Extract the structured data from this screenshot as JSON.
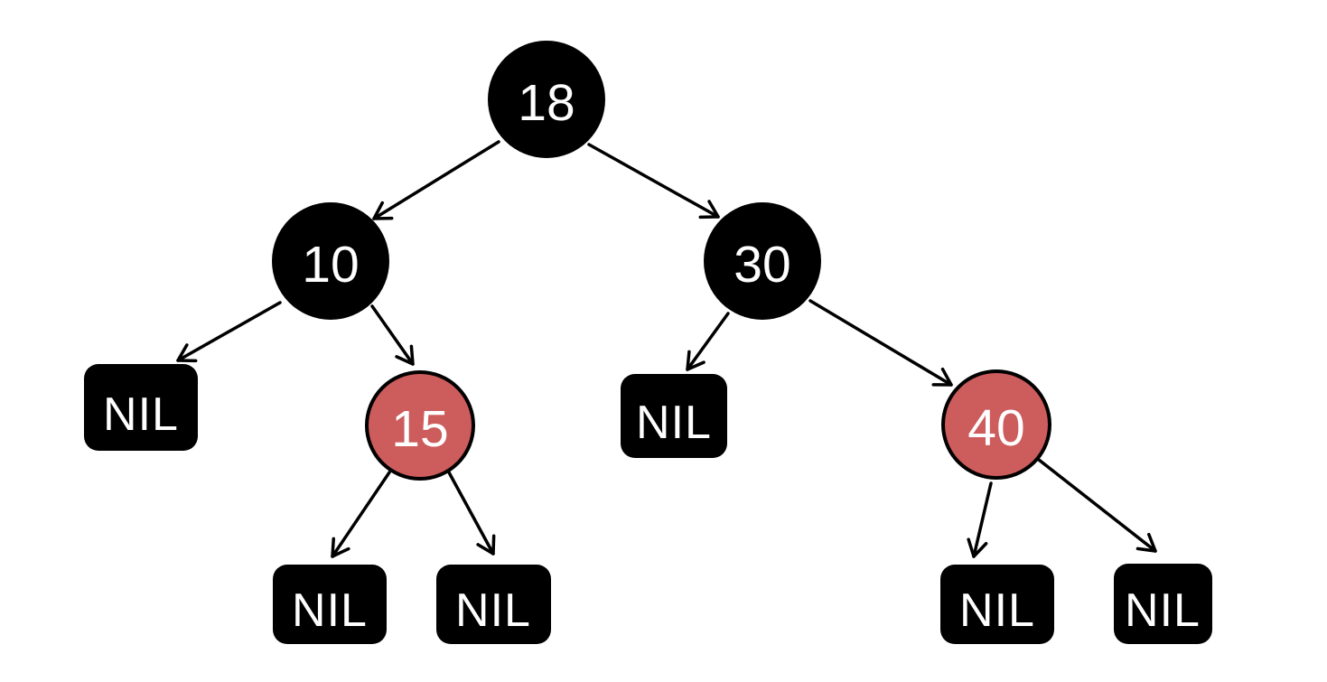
{
  "diagram": {
    "kind": "red-black-tree",
    "background": "#ffffff",
    "colors": {
      "black_node": "#000000",
      "red_node": "#cd5c5c",
      "nil_node": "#000000",
      "node_text": "#ffffff",
      "edge": "#000000"
    },
    "nodes": {
      "n18": {
        "label": "18",
        "color": "black",
        "type": "internal"
      },
      "n10": {
        "label": "10",
        "color": "black",
        "type": "internal"
      },
      "n30": {
        "label": "30",
        "color": "black",
        "type": "internal"
      },
      "n15": {
        "label": "15",
        "color": "red",
        "type": "internal"
      },
      "n40": {
        "label": "40",
        "color": "red",
        "type": "internal"
      },
      "nil": {
        "label": "NIL",
        "color": "black",
        "type": "leaf"
      }
    },
    "tree_structure": {
      "value": "18",
      "color": "black",
      "left": {
        "value": "10",
        "color": "black",
        "left": {
          "value": "NIL",
          "color": "black"
        },
        "right": {
          "value": "15",
          "color": "red",
          "left": {
            "value": "NIL",
            "color": "black"
          },
          "right": {
            "value": "NIL",
            "color": "black"
          }
        }
      },
      "right": {
        "value": "30",
        "color": "black",
        "left": {
          "value": "NIL",
          "color": "black"
        },
        "right": {
          "value": "40",
          "color": "red",
          "left": {
            "value": "NIL",
            "color": "black"
          },
          "right": {
            "value": "NIL",
            "color": "black"
          }
        }
      }
    }
  }
}
